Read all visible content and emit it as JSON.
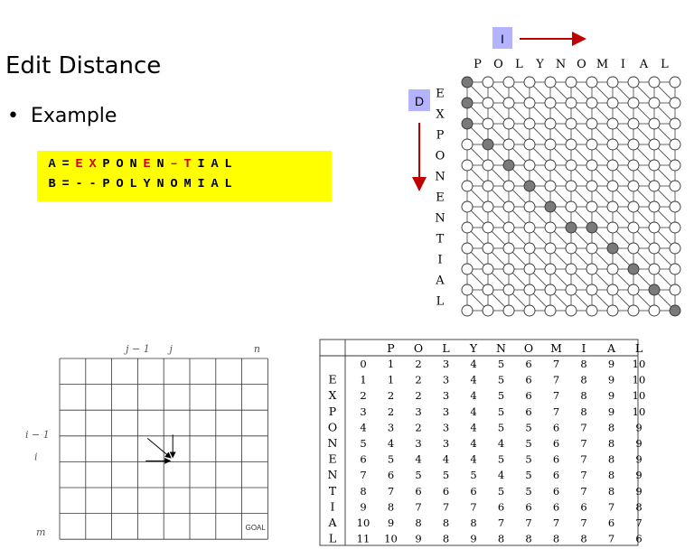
{
  "slide": {
    "title": "Edit Distance",
    "bullet": "Example"
  },
  "alignment": {
    "row_a": [
      {
        "ch": "A",
        "red": false
      },
      {
        "ch": "=",
        "red": false
      },
      {
        "ch": "E",
        "red": true
      },
      {
        "ch": "X",
        "red": true
      },
      {
        "ch": "P",
        "red": false
      },
      {
        "ch": "O",
        "red": false
      },
      {
        "ch": "N",
        "red": false
      },
      {
        "ch": "E",
        "red": true
      },
      {
        "ch": "N",
        "red": false
      },
      {
        "ch": "–",
        "red": true
      },
      {
        "ch": "T",
        "red": true
      },
      {
        "ch": "I",
        "red": false
      },
      {
        "ch": "A",
        "red": false
      },
      {
        "ch": "L",
        "red": false
      }
    ],
    "row_b": [
      {
        "ch": "B",
        "red": false
      },
      {
        "ch": "=",
        "red": false
      },
      {
        "ch": "-",
        "red": false
      },
      {
        "ch": "-",
        "red": false
      },
      {
        "ch": "P",
        "red": false
      },
      {
        "ch": "O",
        "red": false
      },
      {
        "ch": "L",
        "red": false
      },
      {
        "ch": "Y",
        "red": false
      },
      {
        "ch": "N",
        "red": false
      },
      {
        "ch": "O",
        "red": false
      },
      {
        "ch": "M",
        "red": false
      },
      {
        "ch": "I",
        "red": false
      },
      {
        "ch": "A",
        "red": false
      },
      {
        "ch": "L",
        "red": false
      }
    ],
    "highlight_color": "#ffff00",
    "mismatch_color": "#d00000"
  },
  "edit_graph": {
    "insert_label": "I",
    "delete_label": "D",
    "label_bg": "#b3b3ff",
    "arrow_color": "#c00000",
    "col_word": [
      "P",
      "O",
      "L",
      "Y",
      "N",
      "O",
      "M",
      "I",
      "A",
      "L"
    ],
    "row_word": [
      "E",
      "X",
      "P",
      "O",
      "N",
      "E",
      "N",
      "T",
      "I",
      "A",
      "L"
    ],
    "path": [
      [
        0,
        0
      ],
      [
        1,
        0
      ],
      [
        2,
        0
      ],
      [
        3,
        1
      ],
      [
        4,
        2
      ],
      [
        5,
        3
      ],
      [
        6,
        4
      ],
      [
        7,
        5
      ],
      [
        7,
        6
      ],
      [
        8,
        7
      ],
      [
        9,
        8
      ],
      [
        10,
        9
      ],
      [
        11,
        10
      ]
    ]
  },
  "dp_grid": {
    "top_labels": [
      "j − 1",
      "j",
      "n"
    ],
    "left_labels": [
      "i − 1",
      "i",
      "m"
    ],
    "goal": "GOAL"
  },
  "dp_table": {
    "cols": [
      "P",
      "O",
      "L",
      "Y",
      "N",
      "O",
      "M",
      "I",
      "A",
      "L"
    ],
    "rows": [
      "",
      "E",
      "X",
      "P",
      "O",
      "N",
      "E",
      "N",
      "T",
      "I",
      "A",
      "L"
    ],
    "values": [
      [
        0,
        1,
        2,
        3,
        4,
        5,
        6,
        7,
        8,
        9,
        10
      ],
      [
        1,
        1,
        2,
        3,
        4,
        5,
        6,
        7,
        8,
        9,
        10
      ],
      [
        2,
        2,
        2,
        3,
        4,
        5,
        6,
        7,
        8,
        9,
        10
      ],
      [
        3,
        2,
        3,
        3,
        4,
        5,
        6,
        7,
        8,
        9,
        10
      ],
      [
        4,
        3,
        2,
        3,
        4,
        5,
        5,
        6,
        7,
        8,
        9
      ],
      [
        5,
        4,
        3,
        3,
        4,
        4,
        5,
        6,
        7,
        8,
        9
      ],
      [
        6,
        5,
        4,
        4,
        4,
        5,
        5,
        6,
        7,
        8,
        9
      ],
      [
        7,
        6,
        5,
        5,
        5,
        4,
        5,
        6,
        7,
        8,
        9
      ],
      [
        8,
        7,
        6,
        6,
        6,
        5,
        5,
        6,
        7,
        8,
        9
      ],
      [
        9,
        8,
        7,
        7,
        7,
        6,
        6,
        6,
        6,
        7,
        8
      ],
      [
        10,
        9,
        8,
        8,
        8,
        7,
        7,
        7,
        7,
        6,
        7
      ],
      [
        11,
        10,
        9,
        8,
        9,
        8,
        8,
        8,
        8,
        7,
        6
      ]
    ]
  }
}
